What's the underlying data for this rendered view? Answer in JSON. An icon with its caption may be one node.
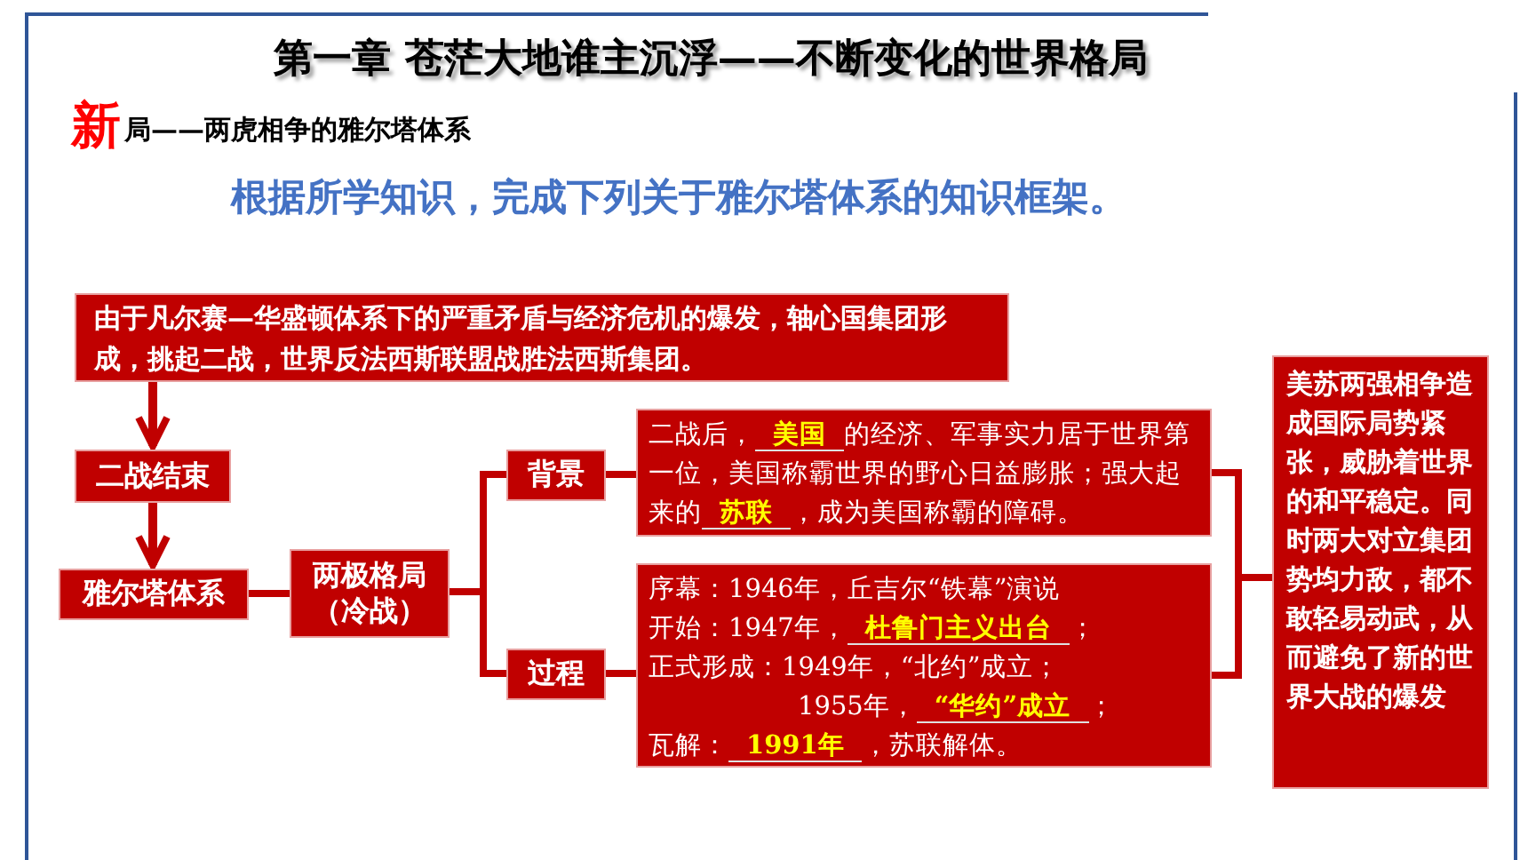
{
  "diagram": {
    "title": "第一章 苍茫大地谁主沉浮——不断变化的世界格局",
    "nodes": [
      {
        "text": [
          "由于凡尔赛—华盛顿体系下的严重矛盾与经济危机的爆发，轴心国集团形成，挑起二战，世界反法西斯联盟战胜法西斯集团。"
        ]
      },
      {
        "text": [
          "二战结束"
        ]
      },
      {
        "text": [
          "雅尔塔体系"
        ]
      },
      {
        "text": [
          "两极格局（冷战）"
        ]
      },
      {
        "text": [
          "背景"
        ]
      },
      {
        "text": [
          "过程"
        ]
      },
      {
        "text": [
          "二战后，",
          "美国",
          "的经济、军事实力居于世界第一位，美国称霸世界的野心日益膨胀；强大起来的",
          "苏联",
          "，成为美国称霸的障碍。"
        ]
      },
      {
        "text": [
          "序幕：1946年，丘吉尔“铁幕”演说",
          "开始：1947年，",
          "杜鲁门主义出台",
          "；",
          "正式形成：1949年，“北约”成立；",
          "1955年，",
          "“华约”成立",
          "；",
          "瓦解：",
          "1991年",
          "，苏联解体。"
        ]
      },
      {
        "text": [
          "美苏两强相争造成国际局势紧张，威胁着世界的和平稳定。同时两大对立集团势均力敌，都不敢轻易动武，从而避免了新的世界大战的爆发"
        ]
      }
    ],
    "edges": [
      {
        "from": 0,
        "to": 1,
        "arrow": "to"
      },
      {
        "from": 1,
        "to": 2,
        "arrow": "to"
      },
      {
        "from": 2,
        "to": 3,
        "arrow": "none"
      },
      {
        "from": 3,
        "to": 4,
        "arrow": "none"
      },
      {
        "from": 3,
        "to": 5,
        "arrow": "none"
      },
      {
        "from": 4,
        "to": 6,
        "arrow": "none"
      },
      {
        "from": 5,
        "to": 7,
        "arrow": "none"
      },
      {
        "from": 6,
        "to": 8,
        "arrow": "none"
      },
      {
        "from": 7,
        "to": 8,
        "arrow": "none"
      }
    ],
    "labels": [
      "新",
      "局——两虎相争的雅尔塔体系",
      "根据所学知识，完成下列关于雅尔塔体系的知识框架。"
    ]
  }
}
